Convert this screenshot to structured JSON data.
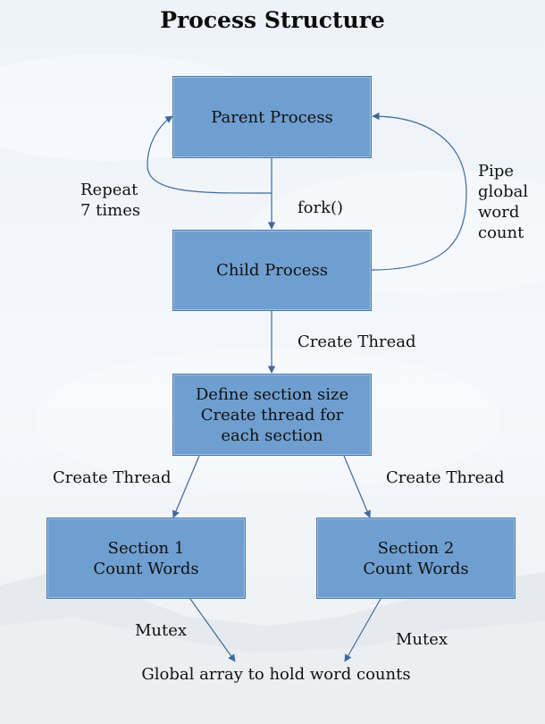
{
  "title": "Process Structure",
  "nodes": {
    "parent": "Parent Process",
    "child": "Child Process",
    "define": "Define section size\nCreate thread for\neach section",
    "section1": "Section 1\nCount Words",
    "section2": "Section 2\nCount Words"
  },
  "edge_labels": {
    "repeat": "Repeat\n7 times",
    "fork": "fork()",
    "pipe": "Pipe\nglobal\nword\ncount",
    "create_thread_main": "Create Thread",
    "create_thread_left": "Create Thread",
    "create_thread_right": "Create Thread",
    "mutex_left": "Mutex",
    "mutex_right": "Mutex"
  },
  "footer": "Global array to hold word counts",
  "colors": {
    "box_fill": "#6f9fd0",
    "box_border": "#4a78a8",
    "arrow": "#3d6a9e"
  }
}
